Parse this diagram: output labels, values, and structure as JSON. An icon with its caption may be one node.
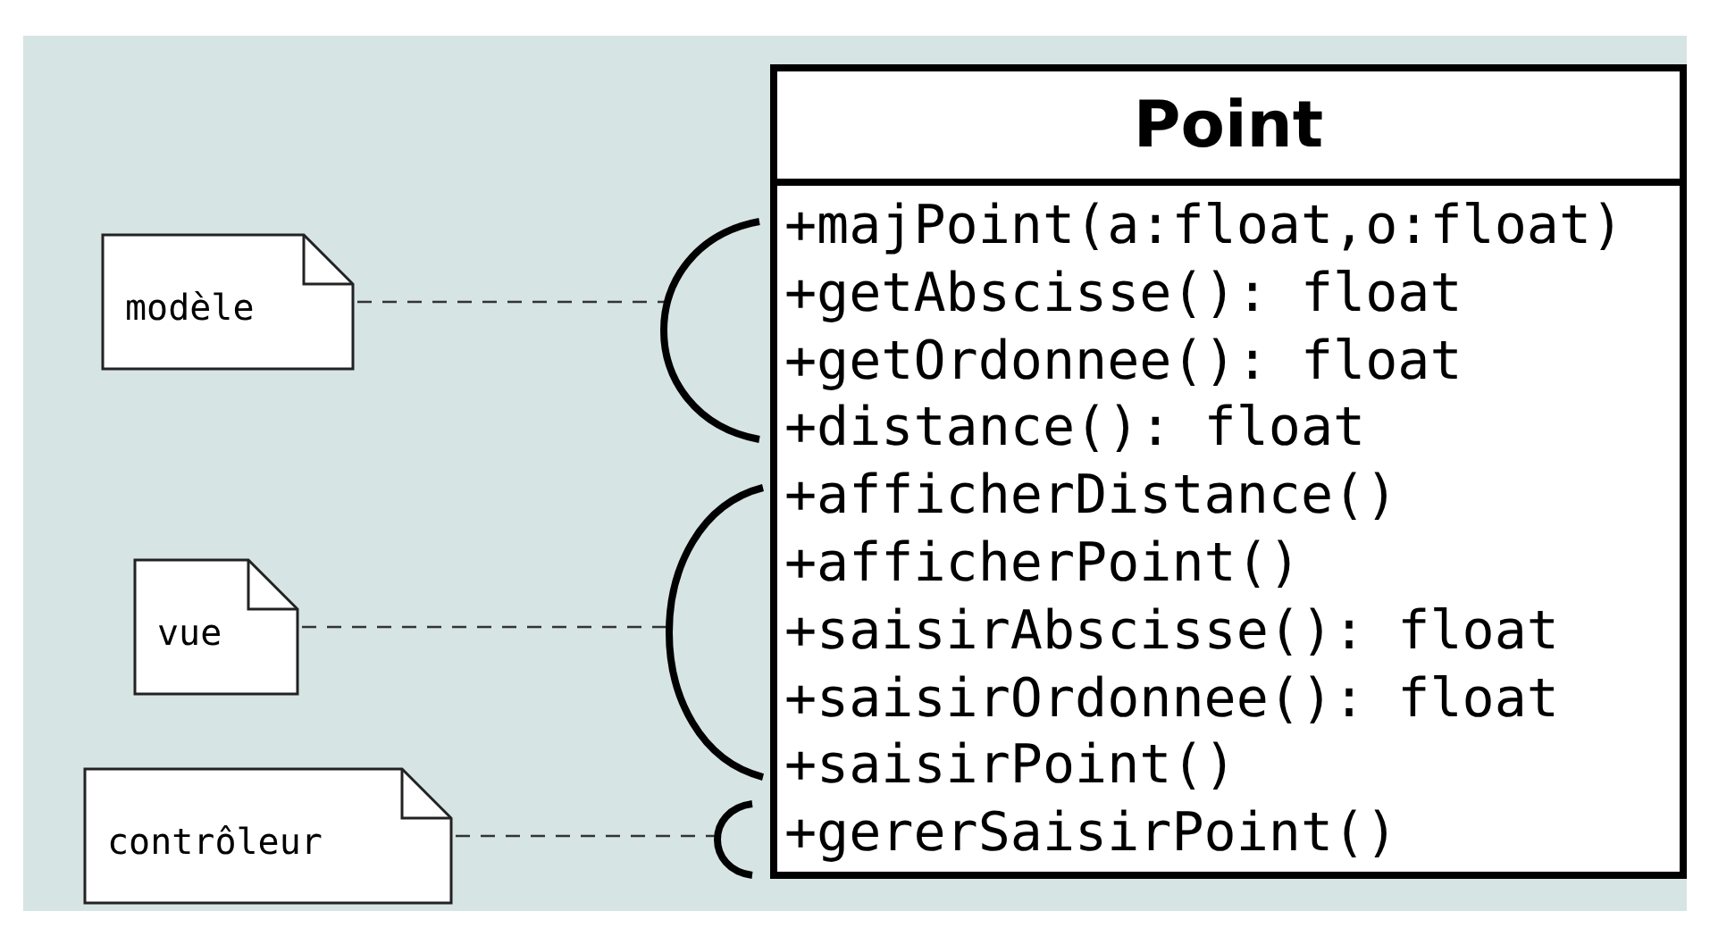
{
  "diagram": {
    "nodes": [
      {
        "text": [
          "Point",
          "+majPoint(a:float,o:float)",
          "+getAbscisse(): float",
          "+getOrdonnee(): float",
          "+distance(): float",
          "+afficherDistance()",
          "+afficherPoint()",
          "+saisirAbscisse(): float",
          "+saisirOrdonnee(): float",
          "+saisirPoint()",
          "+gererSaisirPoint()"
        ]
      },
      {
        "text": [
          "modèle"
        ]
      },
      {
        "text": [
          "vue"
        ]
      },
      {
        "text": [
          "contrôleur"
        ]
      },
      {
        "text": [],
        "shape": "arc"
      },
      {
        "text": [],
        "shape": "arc"
      },
      {
        "text": [],
        "shape": "arc"
      }
    ],
    "edges": [
      {
        "from": 1,
        "to": 4,
        "arrow": "none",
        "style": "dashed"
      },
      {
        "from": 2,
        "to": 5,
        "arrow": "none",
        "style": "dashed"
      },
      {
        "from": 3,
        "to": 6,
        "arrow": "none",
        "style": "dashed"
      }
    ]
  }
}
